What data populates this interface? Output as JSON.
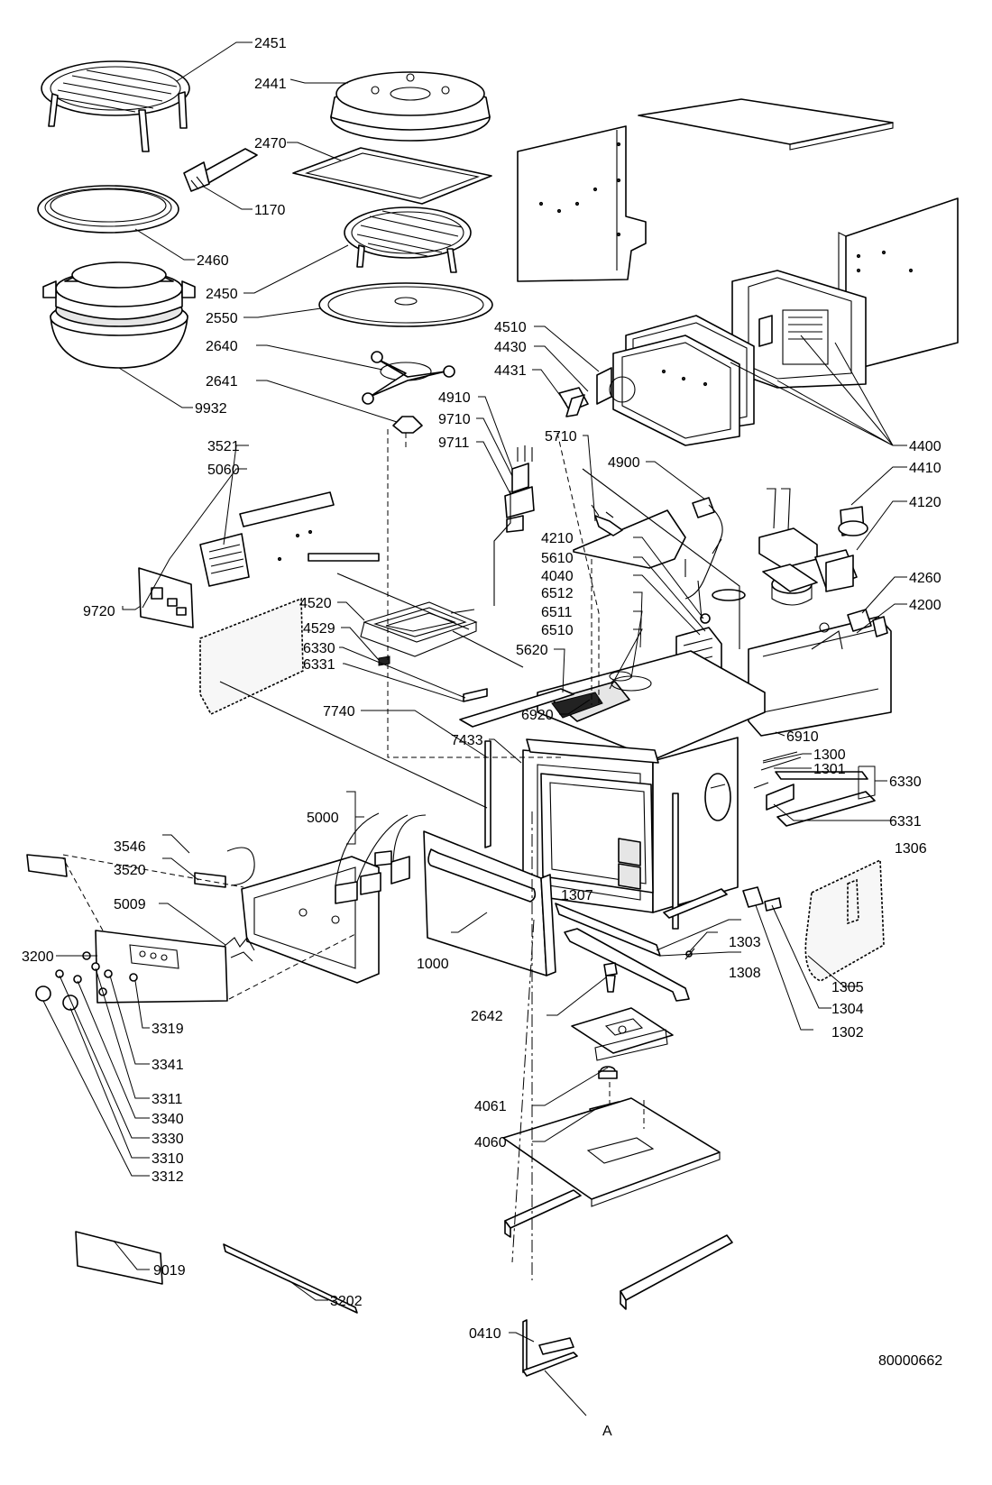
{
  "drawing_number": "80000662",
  "detail_marker": "A",
  "callouts": [
    {
      "id": "2451"
    },
    {
      "id": "2441"
    },
    {
      "id": "2470"
    },
    {
      "id": "1170"
    },
    {
      "id": "2460"
    },
    {
      "id": "2450"
    },
    {
      "id": "2550"
    },
    {
      "id": "2640"
    },
    {
      "id": "2641"
    },
    {
      "id": "9932"
    },
    {
      "id": "4510"
    },
    {
      "id": "4430"
    },
    {
      "id": "4431"
    },
    {
      "id": "4910"
    },
    {
      "id": "9710"
    },
    {
      "id": "9711"
    },
    {
      "id": "5710"
    },
    {
      "id": "4900"
    },
    {
      "id": "4400"
    },
    {
      "id": "4410"
    },
    {
      "id": "4120"
    },
    {
      "id": "3521"
    },
    {
      "id": "5060"
    },
    {
      "id": "9720"
    },
    {
      "id": "4520"
    },
    {
      "id": "4529"
    },
    {
      "id": "6330"
    },
    {
      "id": "6331"
    },
    {
      "id": "4210"
    },
    {
      "id": "5610"
    },
    {
      "id": "4040"
    },
    {
      "id": "6512"
    },
    {
      "id": "6511"
    },
    {
      "id": "6510"
    },
    {
      "id": "5620"
    },
    {
      "id": "4260"
    },
    {
      "id": "4200"
    },
    {
      "id": "6920"
    },
    {
      "id": "6910"
    },
    {
      "id": "7740"
    },
    {
      "id": "7433"
    },
    {
      "id": "1300"
    },
    {
      "id": "1301"
    },
    {
      "id": "6330"
    },
    {
      "id": "6331"
    },
    {
      "id": "5000"
    },
    {
      "id": "1306"
    },
    {
      "id": "3546"
    },
    {
      "id": "3520"
    },
    {
      "id": "5009"
    },
    {
      "id": "1307"
    },
    {
      "id": "3200"
    },
    {
      "id": "1000"
    },
    {
      "id": "1303"
    },
    {
      "id": "1308"
    },
    {
      "id": "1305"
    },
    {
      "id": "1304"
    },
    {
      "id": "1302"
    },
    {
      "id": "2642"
    },
    {
      "id": "3319"
    },
    {
      "id": "3341"
    },
    {
      "id": "3311"
    },
    {
      "id": "3340"
    },
    {
      "id": "3330"
    },
    {
      "id": "3310"
    },
    {
      "id": "3312"
    },
    {
      "id": "4061"
    },
    {
      "id": "4060"
    },
    {
      "id": "9019"
    },
    {
      "id": "3202"
    },
    {
      "id": "0410"
    }
  ]
}
